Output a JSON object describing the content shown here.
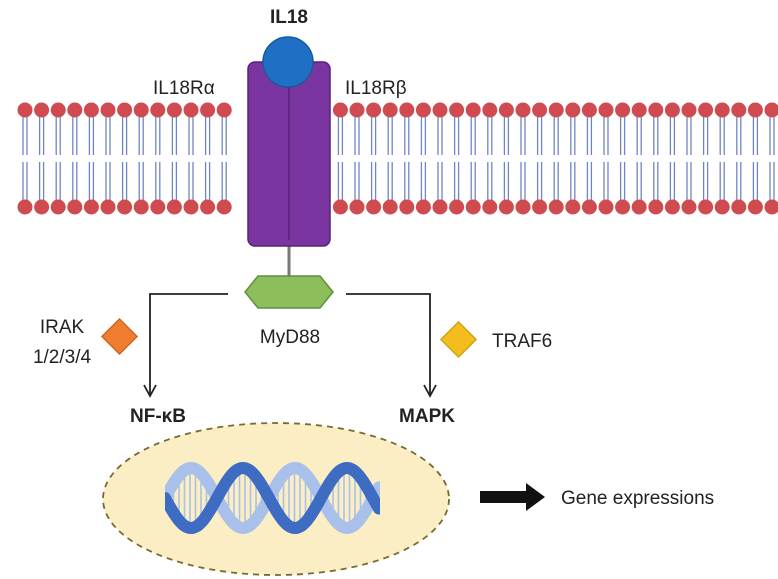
{
  "ligand": {
    "label": "IL18"
  },
  "receptor": {
    "alpha_label": "IL18Rα",
    "beta_label": "IL18Rβ"
  },
  "adaptor": {
    "label": "MyD88"
  },
  "kinases": {
    "left_label_line1": "IRAK",
    "left_label_line2": "1/2/3/4",
    "right_label": "TRAF6"
  },
  "pathways": {
    "left": "NF-κB",
    "right": "MAPK"
  },
  "output": {
    "label": "Gene expressions"
  },
  "colors": {
    "lipid_head": "#cf4b4f",
    "lipid_tail": "#6f86c4",
    "receptor": "#7a35a0",
    "ligand": "#1f6fc4",
    "myd88": "#8cbf5c",
    "irak": "#ef7d2e",
    "traf6": "#f2bd1d",
    "nucleus": "#fbeec4",
    "dna_dark": "#3d6cc2",
    "dna_light": "#a9c1ea"
  }
}
